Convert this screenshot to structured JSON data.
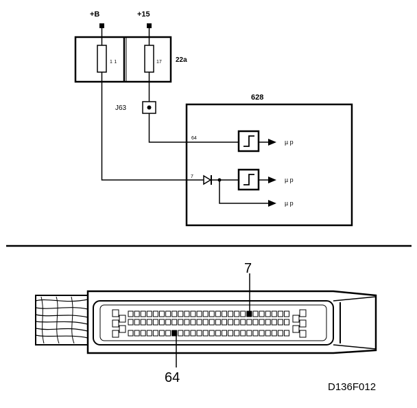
{
  "schematic": {
    "supply_b": "+B",
    "supply_15": "+15",
    "fuse_11": "11",
    "fuse_17": "17",
    "fuse_box": "22a",
    "connector": "J63",
    "control_unit": "628",
    "pin_64": "64",
    "pin_7": "7",
    "output_labels": [
      "µ p",
      "µ p",
      "µ p"
    ]
  },
  "connector_view": {
    "pin_7_label": "7",
    "pin_64_label": "64"
  },
  "figure_id": "D136F012"
}
